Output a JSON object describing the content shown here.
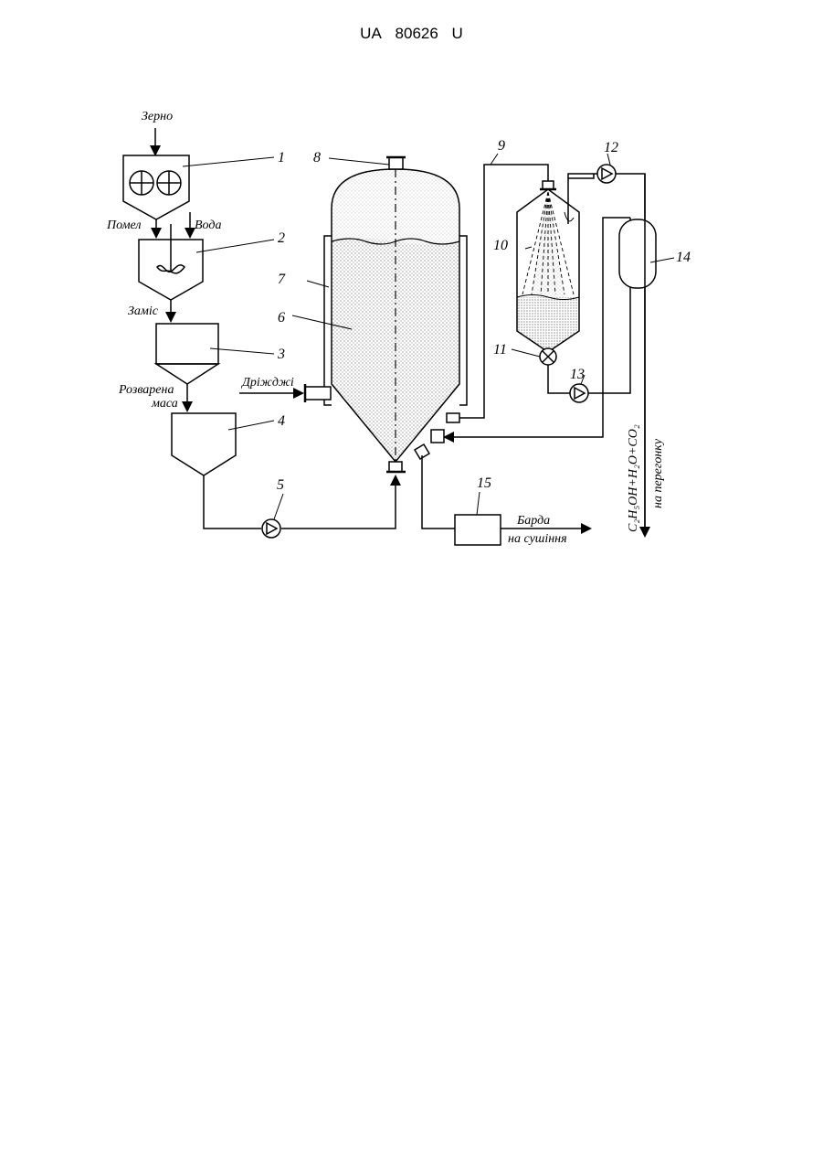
{
  "header": {
    "country": "UA",
    "number": "80626",
    "kind": "U"
  },
  "diagram": {
    "labels": {
      "grain": "Зерно",
      "ground": "Помел",
      "water": "Вода",
      "mix": "Заміс",
      "cooked_mass_line1": "Розварена",
      "cooked_mass_line2": "маса",
      "yeast": "Дріжджі",
      "stillage": "Барда",
      "to_drying": "на сушіння",
      "product": "C₂H₅OH+H₂O+CO₂",
      "to_distillation": "на перегонку"
    },
    "numbers": {
      "n1": "1",
      "n2": "2",
      "n3": "3",
      "n4": "4",
      "n5": "5",
      "n6": "6",
      "n7": "7",
      "n8": "8",
      "n9": "9",
      "n10": "10",
      "n11": "11",
      "n12": "12",
      "n13": "13",
      "n14": "14",
      "n15": "15"
    }
  }
}
